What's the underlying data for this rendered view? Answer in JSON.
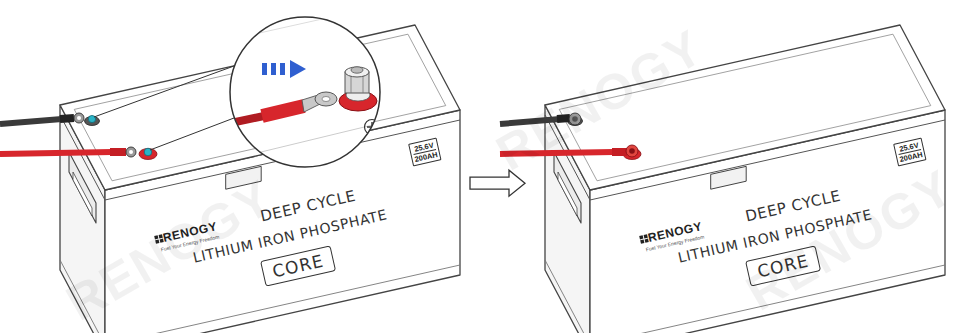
{
  "diagram": {
    "nodes": [
      {
        "text": [
          "RENOGY",
          "Fuel Your Energy Freedom",
          "DEEP CYCLE",
          "LITHIUM IRON PHOSPHATE"
        ]
      },
      {
        "text": [
          "CORE"
        ],
        "in": 0
      },
      {
        "text": [
          "25.6V",
          "200AH"
        ],
        "in": 0
      },
      {
        "text": [
          "RENOGY",
          "Fuel Your Energy Freedom",
          "DEEP CYCLE",
          "LITHIUM IRON PHOSPHATE"
        ]
      },
      {
        "text": [
          "CORE"
        ],
        "in": 3
      },
      {
        "text": [
          "25.6V",
          "200AH"
        ],
        "in": 3
      }
    ],
    "edges": [
      {
        "from": 0,
        "to": 3,
        "arrow": "to"
      }
    ],
    "labels": [
      "RENOGY",
      "RENOGY",
      "RENOGY"
    ]
  }
}
